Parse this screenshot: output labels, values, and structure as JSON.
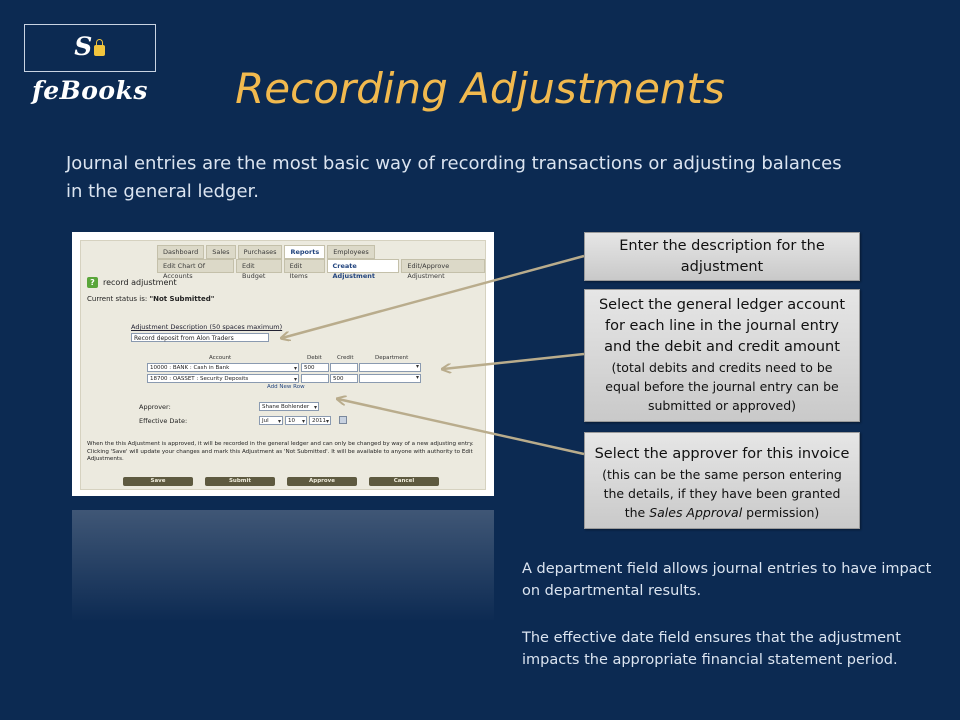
{
  "logo": {
    "text_before": "S",
    "text_after": "feBooks"
  },
  "title": "Recording Adjustments",
  "intro": "Journal entries are the most basic way of recording transactions or adjusting balances in the general ledger.",
  "screenshot": {
    "tabs_row1": [
      "Dashboard",
      "Sales",
      "Purchases",
      "Reports",
      "Employees"
    ],
    "tabs_row2": [
      "Edit Chart Of Accounts",
      "Edit Budget",
      "Edit Items",
      "Create Adjustment",
      "Edit/Approve Adjustment"
    ],
    "active_tab_row1": "Reports",
    "active_tab_row2": "Create Adjustment",
    "panel_title": "record adjustment",
    "status_label": "Current status is:",
    "status_value": "\"Not Submitted\"",
    "description_label": "Adjustment Description (50 spaces maximum)",
    "description_value": "Record deposit from Alon Traders",
    "columns": {
      "account": "Account",
      "debit": "Debit",
      "credit": "Credit",
      "department": "Department"
    },
    "lines": [
      {
        "account": "10000 : BANK : Cash in Bank",
        "debit": "500",
        "credit": ""
      },
      {
        "account": "18700 : OASSET : Security Deposits",
        "debit": "",
        "credit": "500"
      }
    ],
    "add_row": "Add New Row",
    "approver_label": "Approver:",
    "approver_value": "Shane Bohlender",
    "effective_date_label": "Effective Date:",
    "date_month": "Jul",
    "date_day": "10",
    "date_year": "2011",
    "notice": "When the this Adjustment is approved, it will be recorded in the general ledger and can only be changed by way of a new adjusting entry. Clicking 'Save' will update your changes and mark this Adjustment as 'Not Submitted'. It will be available to anyone with authority to Edit Adjustments.",
    "buttons": [
      "Save",
      "Submit",
      "Approve",
      "Cancel"
    ]
  },
  "callouts": [
    {
      "main": "Enter the description for the adjustment",
      "sub": ""
    },
    {
      "main": "Select the general ledger account for each line in the journal entry and the debit and credit amount",
      "sub": "(total debits and credits need to be equal before the journal entry can be submitted or approved)"
    },
    {
      "main": "Select the approver for this invoice",
      "sub_before": "(this can be the same person entering the details, if they have been granted the ",
      "sub_em": "Sales Approval",
      "sub_after": " permission)"
    }
  ],
  "notes": [
    "A department field allows journal entries to have impact on departmental results.",
    "The effective date field ensures that the adjustment impacts the appropriate financial statement period."
  ],
  "colors": {
    "background": "#0c2a52",
    "title": "#f1b94e",
    "body_text": "#dbe4f0",
    "arrow": "#b9ac8c"
  }
}
